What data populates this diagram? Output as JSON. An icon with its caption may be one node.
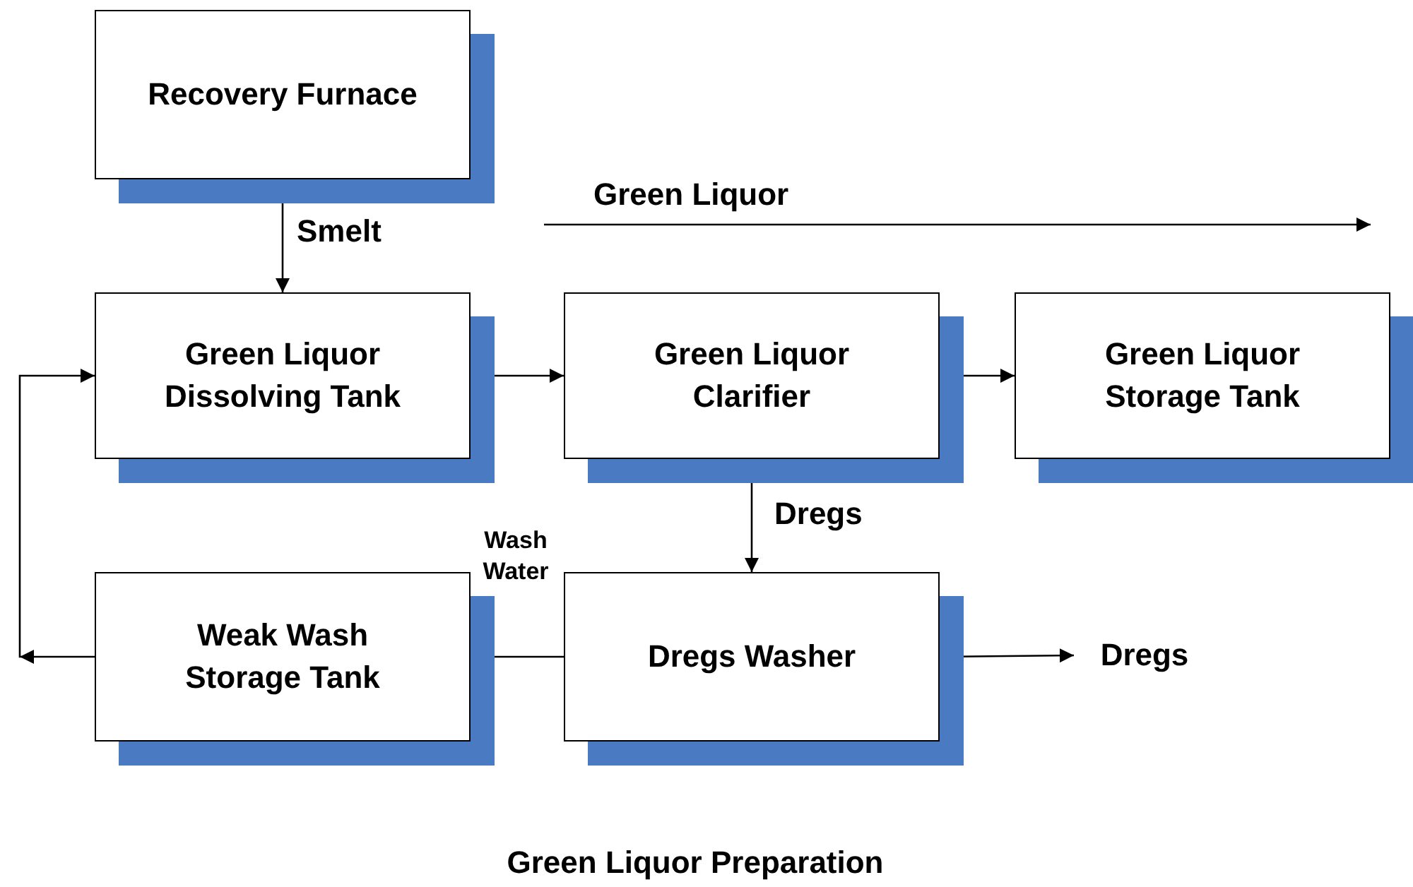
{
  "diagram": {
    "caption": "Green Liquor Preparation",
    "nodes": [
      {
        "text": [
          "Recovery Furnace"
        ]
      },
      {
        "text": [
          "Green Liquor Dissolving Tank"
        ]
      },
      {
        "text": [
          "Green Liquor Clarifier"
        ]
      },
      {
        "text": [
          "Green Liquor Storage Tank"
        ]
      },
      {
        "text": [
          "Weak Wash Storage Tank"
        ]
      },
      {
        "text": [
          "Dregs Washer"
        ]
      },
      {
        "text": [
          "Dregs"
        ]
      }
    ],
    "edges": [
      {
        "from": 0,
        "to": 1,
        "arrow": "to",
        "label": "Smelt"
      },
      {
        "from": 1,
        "to": 2,
        "arrow": "to"
      },
      {
        "from": 2,
        "to": 3,
        "arrow": "to"
      },
      {
        "from": 2,
        "to": 5,
        "arrow": "to",
        "label": "Dregs"
      },
      {
        "from": 5,
        "to": 4,
        "arrow": "to",
        "label": "Wash Water"
      },
      {
        "from": 4,
        "to": 1,
        "arrow": "to"
      },
      {
        "from": 5,
        "to": 6,
        "arrow": "to"
      }
    ],
    "labels": [
      "Green Liquor"
    ]
  }
}
